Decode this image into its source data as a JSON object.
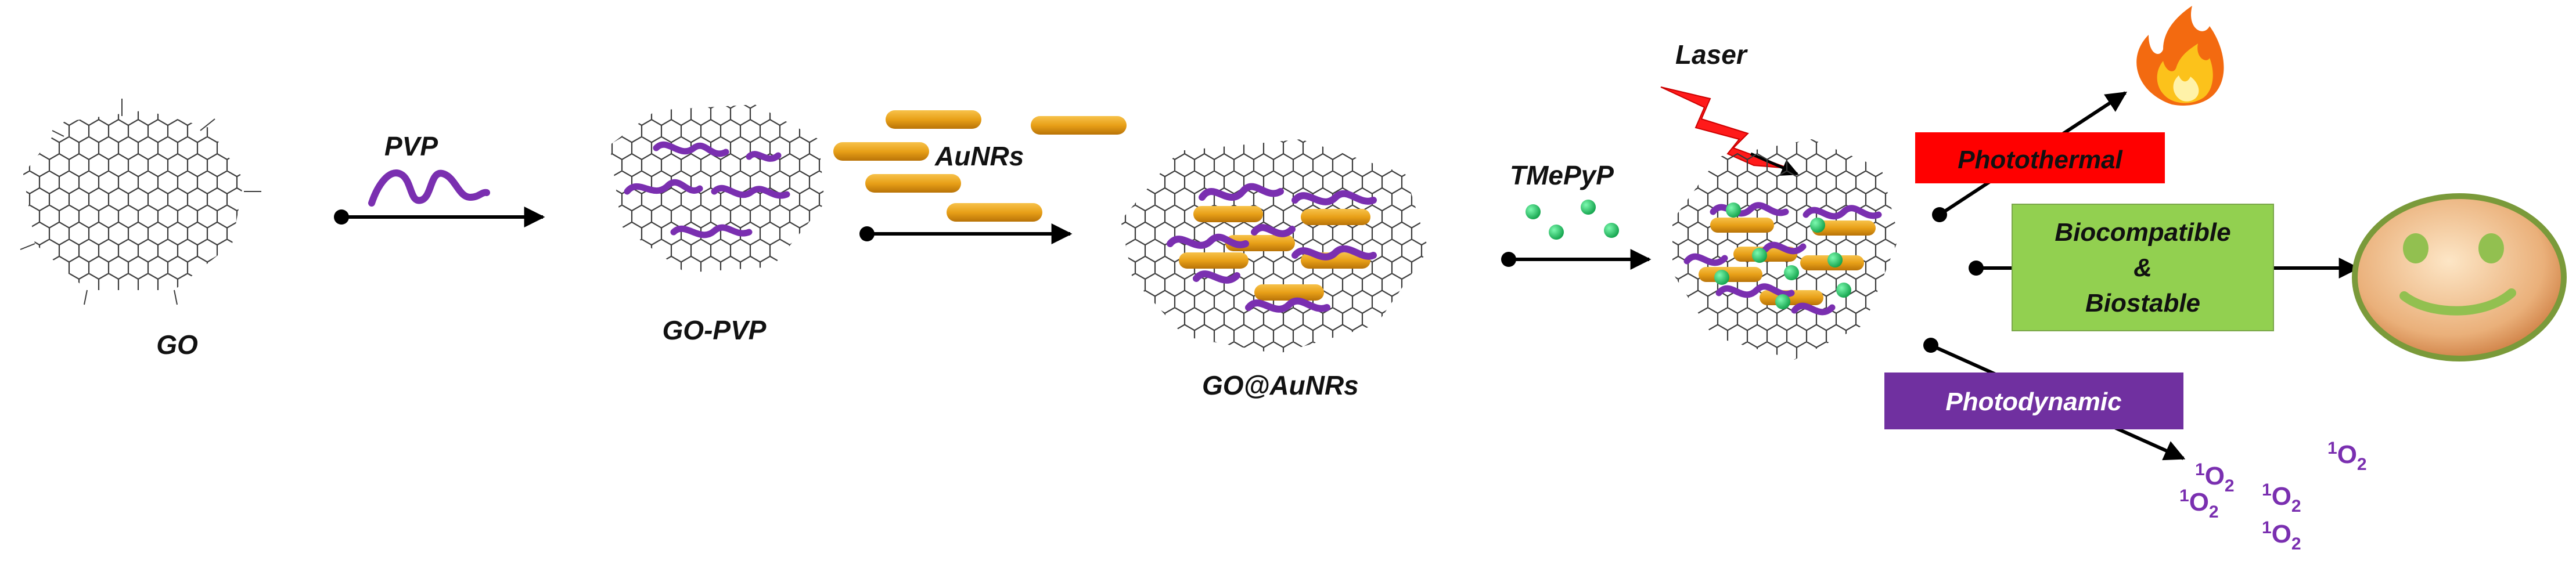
{
  "labels": {
    "go": "GO",
    "pvp": "PVP",
    "go_pvp": "GO-PVP",
    "aunrs": "AuNRs",
    "go_aunrs": "GO@AuNRs",
    "tmepyp": "TMePyP",
    "laser": "Laser"
  },
  "outcomes": {
    "photothermal": "Photothermal",
    "biocompatible": "Biocompatible",
    "ampersand": "&",
    "biostable": "Biostable",
    "photodynamic": "Photodynamic"
  },
  "singlet_oxygen": {
    "superscript": "1",
    "letter": "O",
    "subscript": "2"
  },
  "colors": {
    "photothermal_box": "#ff0000",
    "biocompatible_box": "#92d050",
    "photodynamic_box": "#7030a0",
    "polymer": "#7a2fb0",
    "gold_rod": "#e8a018",
    "dye": "#1cb85a",
    "arrow": "#000000",
    "smiley_face": "#d98a4a",
    "lattice": "#3a3a3a"
  }
}
